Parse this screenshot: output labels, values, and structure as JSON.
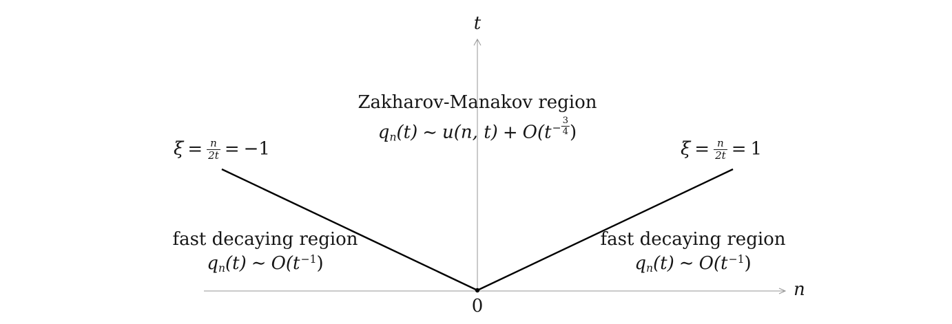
{
  "figure": {
    "background": "#ffffff",
    "text_color": "#161616",
    "axis_color": "#959595",
    "ray_color": "#000000"
  },
  "axes": {
    "t_label": "t",
    "n_label": "n",
    "origin_label": "0"
  },
  "rays": {
    "left": {
      "xi": "ξ",
      "eq": "=",
      "frac_num": "n",
      "frac_den": "2t",
      "value": "−1"
    },
    "right": {
      "xi": "ξ",
      "eq": "=",
      "frac_num": "n",
      "frac_den": "2t",
      "value": "1"
    }
  },
  "regions": {
    "zakharov_manakov": {
      "title": "Zakharov-Manakov region",
      "formula": {
        "q": "q",
        "q_sub": "n",
        "of_t": "(t)",
        "sim": "∼",
        "u_term": "u(n, t)",
        "plus": "+",
        "big_o": "O",
        "open_paren_t": "(t",
        "exp_minus": "−",
        "exp_num": "3",
        "exp_den": "4",
        "close_paren": ")"
      }
    },
    "fast_decay_left": {
      "title": "fast decaying region",
      "formula": {
        "q": "q",
        "q_sub": "n",
        "of_t": "(t)",
        "sim": "∼",
        "big_o": "O",
        "open_paren_t": "(t",
        "exp": "−1",
        "close_paren": ")"
      }
    },
    "fast_decay_right": {
      "title": "fast decaying region",
      "formula": {
        "q": "q",
        "q_sub": "n",
        "of_t": "(t)",
        "sim": "∼",
        "big_o": "O",
        "open_paren_t": "(t",
        "exp": "−1",
        "close_paren": ")"
      }
    }
  }
}
